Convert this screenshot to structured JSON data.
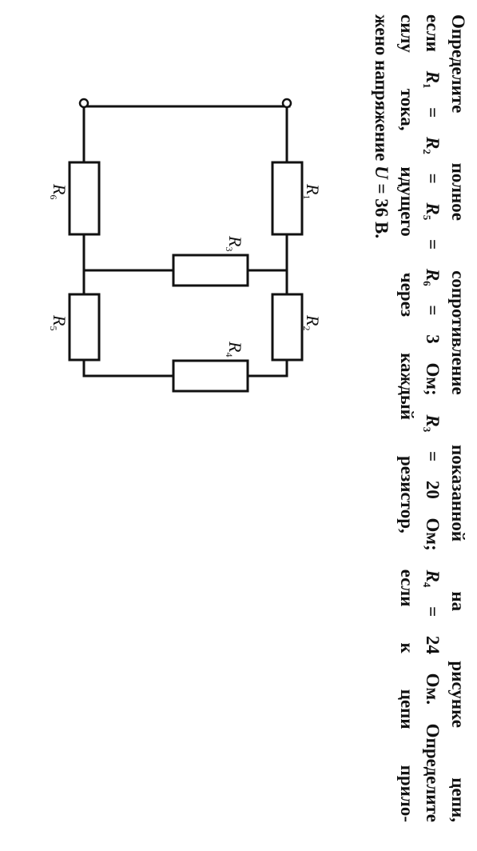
{
  "problem": {
    "line1": "Определите полное сопротивление показанной на рисунке цепи,",
    "line2_prefix": "если ",
    "line2_eq": "= 3 Ом; ",
    "line2_eq3": "= 20 Ом; ",
    "line2_eq4": "= 24 Ом. Определите",
    "line3": "силу тока, идущего через каждый резистор, если к цепи прило-",
    "line4_prefix": "жено напряжение ",
    "line4_var": "U",
    "line4_value": " = 36 В.",
    "eq_sign": " = ",
    "r_letter": "R",
    "subs": {
      "r1": "1",
      "r2": "2",
      "r3": "3",
      "r4": "4",
      "r5": "5",
      "r6": "6"
    }
  },
  "circuit": {
    "labels": {
      "r1": {
        "letter": "R",
        "sub": "1"
      },
      "r2": {
        "letter": "R",
        "sub": "2"
      },
      "r3": {
        "letter": "R",
        "sub": "3"
      },
      "r4": {
        "letter": "R",
        "sub": "4"
      },
      "r5": {
        "letter": "R",
        "sub": "5"
      },
      "r6": {
        "letter": "R",
        "sub": "6"
      }
    }
  }
}
